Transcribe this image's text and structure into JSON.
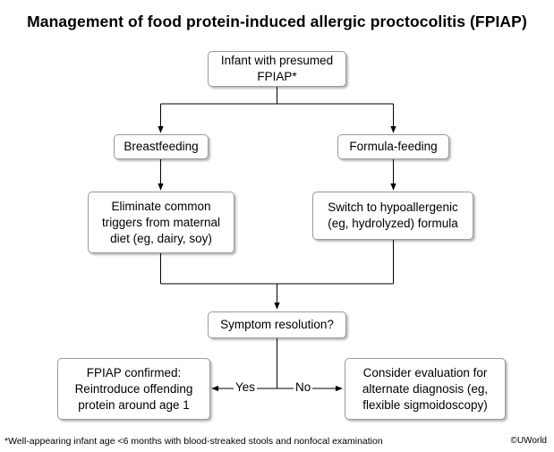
{
  "title": "Management of food protein-induced allergic proctocolitis (FPIAP)",
  "nodes": {
    "start": "Infant with presumed\nFPIAP*",
    "breastfeeding": "Breastfeeding",
    "formula": "Formula-feeding",
    "eliminate": "Eliminate common\ntriggers from maternal\ndiet (eg, dairy, soy)",
    "switch": "Switch to hypoallergenic\n(eg, hydrolyzed) formula",
    "resolution": "Symptom resolution?",
    "confirmed": "FPIAP confirmed:\nReintroduce offending\nprotein around age 1",
    "alternate": "Consider evaluation for\nalternate diagnosis (eg,\nflexible sigmoidoscopy)"
  },
  "edges": {
    "yes": "Yes",
    "no": "No"
  },
  "footnote": "*Well-appearing infant age <6 months with blood-streaked stools and nonfocal examination",
  "copyright": "©UWorld"
}
